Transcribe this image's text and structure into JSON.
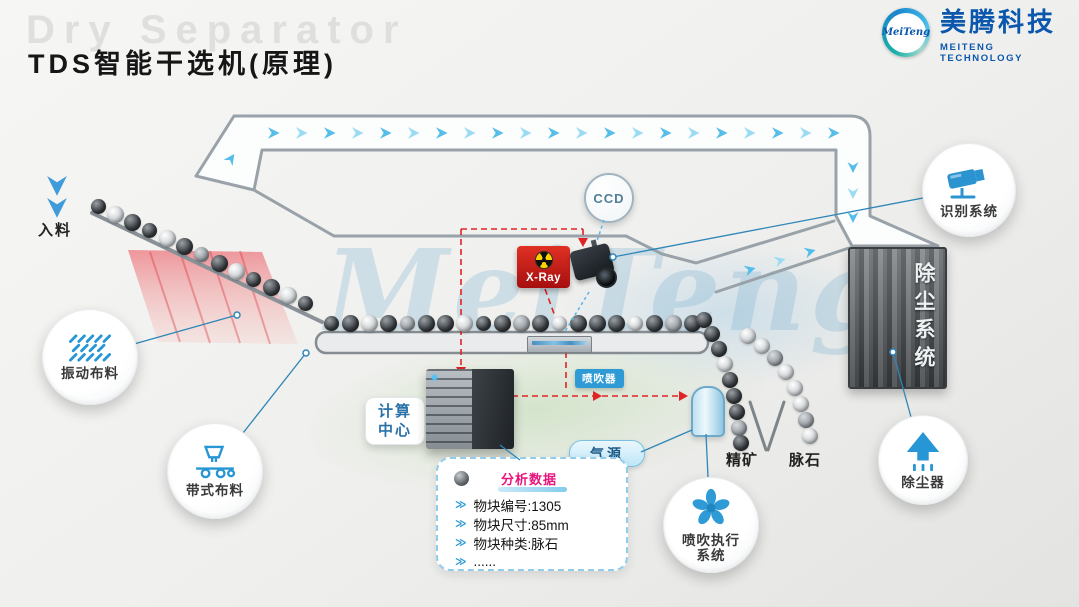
{
  "header": {
    "watermark": "Dry Separator",
    "title": "TDS智能干选机(原理)"
  },
  "logo": {
    "script": "MeiTeng",
    "name_cn": "美腾科技",
    "name_en": "MEITENG TECHNOLOGY"
  },
  "center_watermark": "MeiTeng",
  "labels": {
    "feed": "入料",
    "ccd": "CCD",
    "xray": "X-Ray",
    "sprayer_tag": "喷吹器",
    "air_source": "气源",
    "concentrate": "精矿",
    "gangue": "脉石",
    "dust_system": "除尘系统",
    "computing_line1": "计算",
    "computing_line2": "中心"
  },
  "badges": {
    "vibrating": "振动布料",
    "belt_feeder": "带式布料",
    "recognition": "识别系统",
    "dust_collector": "除尘器",
    "blower_line1": "喷吹执行",
    "blower_line2": "系统"
  },
  "data_panel": {
    "tag": "分析数据",
    "items": [
      "物块编号:1305",
      "物块尺寸:85mm",
      "物块种类:脉石",
      "......"
    ]
  },
  "colors": {
    "accent_blue": "#2e9ad6",
    "brand_blue": "#0a57ad",
    "alert_red": "#e02424",
    "xray_red": "#c41414",
    "zone_pink": "#ef5a64",
    "duct_gray": "#99a2a8"
  }
}
